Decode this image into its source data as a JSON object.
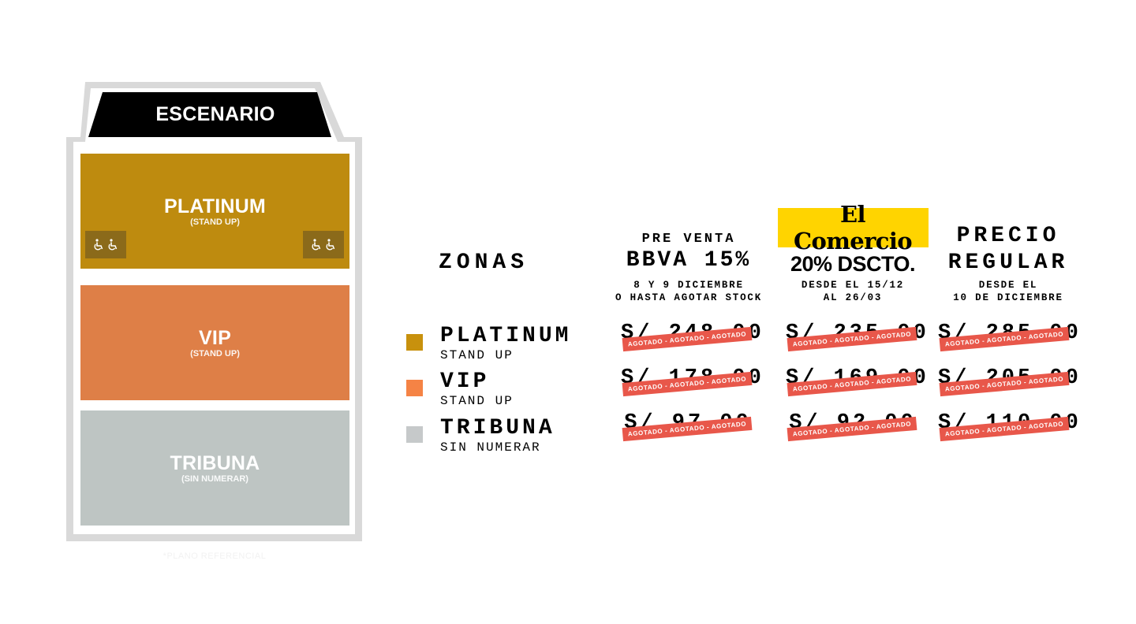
{
  "colors": {
    "platinum": "#be8b0f",
    "vip": "#de7f47",
    "tribuna": "#bec5c3",
    "accessible_box": "#8b6a1a",
    "stage": "#000000",
    "outline": "#d9d9d9",
    "el_comercio_yellow": "#ffd400",
    "sold_out_ribbon": "#e8574a",
    "legend_platinum": "#c8910d",
    "legend_vip": "#f58345",
    "legend_tribuna": "#c6c9ca"
  },
  "map": {
    "stage_label": "ESCENARIO",
    "zones": [
      {
        "name": "PLATINUM",
        "sub": "(STAND UP)"
      },
      {
        "name": "VIP",
        "sub": "(STAND UP)"
      },
      {
        "name": "TRIBUNA",
        "sub": "(SIN NUMERAR)"
      }
    ],
    "accessible_icon": "wheelchair-icon",
    "footnote": "*PLANO REFERENCIAL"
  },
  "table": {
    "zones_header": "ZONAS",
    "columns": [
      {
        "top": "PRE VENTA",
        "main": "BBVA 15%",
        "sub1": "8 Y 9 DICIEMBRE",
        "sub2": "O HASTA AGOTAR STOCK"
      },
      {
        "logo": "El Comercio",
        "main": "20% DSCTO.",
        "sub1": "DESDE EL 15/12",
        "sub2": "AL 26/03"
      },
      {
        "main1": "PRECIO",
        "main2": "REGULAR",
        "sub1": "DESDE EL",
        "sub2": "10 DE DICIEMBRE"
      }
    ],
    "rows": [
      {
        "name": "PLATINUM",
        "sub": "STAND UP",
        "prices": [
          "S/ 248.00",
          "S/ 235.00",
          "S/ 285.00"
        ]
      },
      {
        "name": "VIP",
        "sub": "STAND UP",
        "prices": [
          "S/ 178.00",
          "S/ 169.00",
          "S/ 205.00"
        ]
      },
      {
        "name": "TRIBUNA",
        "sub": "SIN NUMERAR",
        "prices": [
          "S/ 97.00",
          "S/ 92.00",
          "S/ 110.00"
        ]
      }
    ],
    "sold_out_text": "AGOTADO - AGOTADO - AGOTADO"
  }
}
